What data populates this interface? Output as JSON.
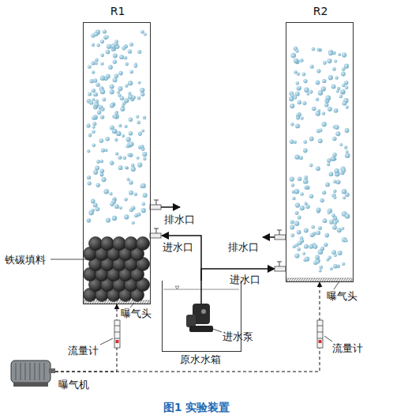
{
  "diagram": {
    "caption": "图1 实验装置",
    "nodes": [
      {
        "text": [
          "R1"
        ]
      },
      {
        "text": [
          "R2"
        ]
      },
      {
        "text": [
          "原水水箱"
        ]
      },
      {
        "text": [
          "曝气机"
        ]
      }
    ],
    "edges": [
      {
        "from": 2,
        "to": 0,
        "arrow": "to"
      },
      {
        "from": 2,
        "to": 1,
        "arrow": "to"
      },
      {
        "from": 3,
        "to": 0,
        "arrow": "to"
      },
      {
        "from": 3,
        "to": 1,
        "arrow": "to"
      }
    ],
    "labels": [
      "排水口",
      "进水口",
      "铁碳填料",
      "曝气头",
      "进水泵",
      "流量计",
      "排水口",
      "进水口",
      "曝气头",
      "流量计"
    ]
  }
}
